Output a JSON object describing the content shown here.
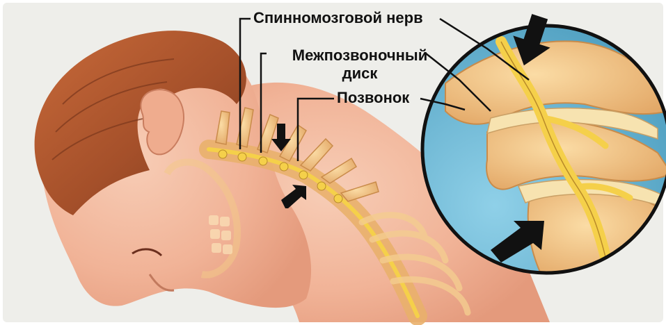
{
  "labels": {
    "spinal_nerve": "Спинномозговой нерв",
    "intervertebral_disc": "Межпозвоночный\nдиск",
    "vertebra": "Позвонок"
  },
  "colors": {
    "background": "#eeeeea",
    "skin": "#f2b8a0",
    "hair": "#a8502a",
    "bone": "#f2c27c",
    "nerve_yellow": "#f5d04a",
    "zoom_blue": "#74b8d2",
    "arrow": "#111111"
  }
}
